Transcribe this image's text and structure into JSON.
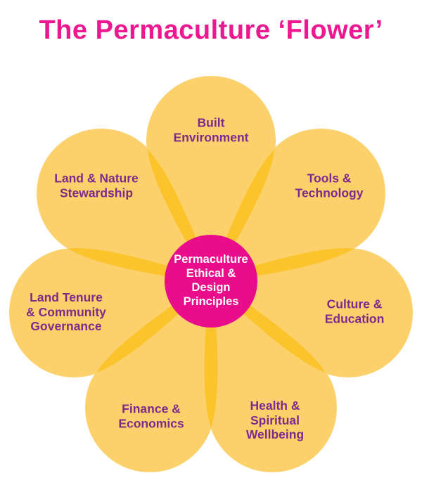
{
  "title": "The Permaculture ‘Flower’",
  "center": {
    "label": "Permaculture\nEthical &\nDesign\nPrinciples"
  },
  "petals": [
    {
      "id": "built-environment",
      "label": "Built\nEnvironment"
    },
    {
      "id": "tools-technology",
      "label": "Tools &\nTechnology"
    },
    {
      "id": "culture-education",
      "label": "Culture &\nEducation"
    },
    {
      "id": "health-spiritual-wellbeing",
      "label": "Health &\nSpiritual\nWellbeing"
    },
    {
      "id": "finance-economics",
      "label": "Finance &\nEconomics"
    },
    {
      "id": "land-tenure-community-governance",
      "label": "Land Tenure\n& Community\nGovernance"
    },
    {
      "id": "land-nature-stewardship",
      "label": "Land & Nature\nStewardship"
    }
  ],
  "colors": {
    "petal_yellow": "#fcd16b",
    "ray_gold": "#fbc42d",
    "center_pink": "#e90d8c",
    "title_pink": "#ec1890",
    "label_purple": "#7d2b8b",
    "center_text": "#ffffff",
    "background": "#ffffff"
  }
}
